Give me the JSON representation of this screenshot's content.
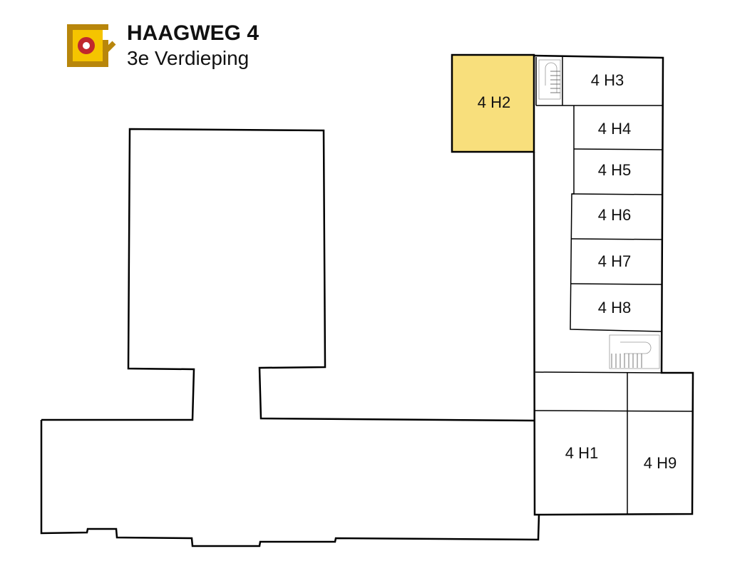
{
  "header": {
    "title": "HAAGWEG 4",
    "subtitle": "3e Verdieping"
  },
  "colors": {
    "highlight": "#f8df7c",
    "logo_gold": "#b8860b",
    "logo_yellow": "#f5c400",
    "logo_red": "#c0272d"
  },
  "rooms": [
    {
      "id": "4H2",
      "label": "4 H2",
      "highlighted": true
    },
    {
      "id": "4H3",
      "label": "4 H3"
    },
    {
      "id": "4H4",
      "label": "4 H4"
    },
    {
      "id": "4H5",
      "label": "4 H5"
    },
    {
      "id": "4H6",
      "label": "4 H6"
    },
    {
      "id": "4H7",
      "label": "4 H7"
    },
    {
      "id": "4H8",
      "label": "4 H8"
    },
    {
      "id": "4H1",
      "label": "4 H1"
    },
    {
      "id": "4H9",
      "label": "4 H9"
    }
  ]
}
